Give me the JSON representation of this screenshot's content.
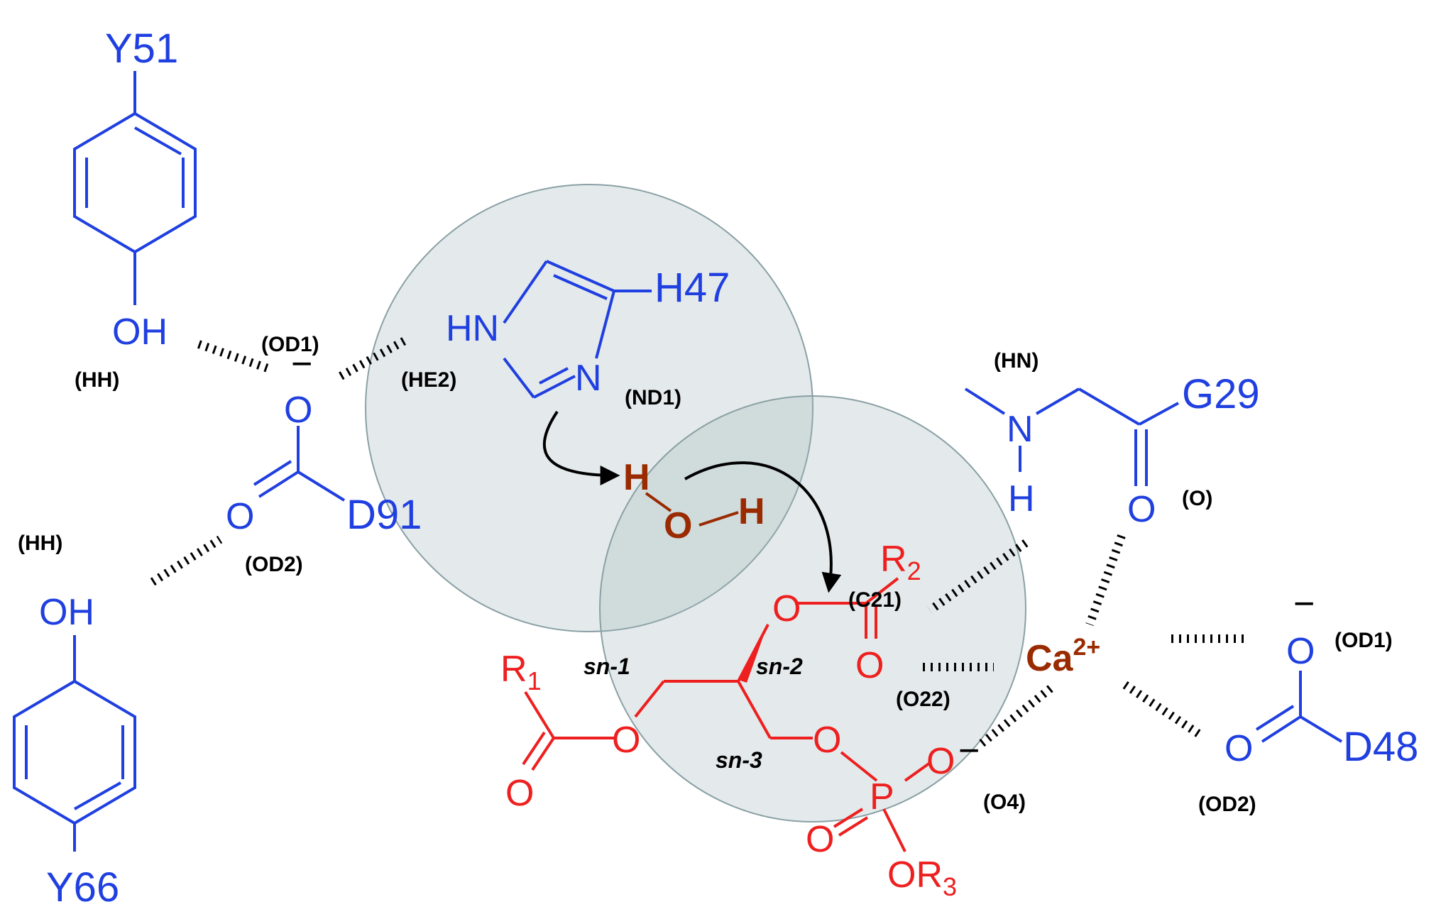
{
  "residues": {
    "y51": "Y51",
    "y66": "Y66",
    "h47": "H47",
    "d91": "D91",
    "g29": "G29",
    "d48": "D48"
  },
  "atoms": {
    "oh": "OH",
    "o": "O",
    "hn": "HN",
    "n": "N",
    "h": "H",
    "minus": "−",
    "p": "P",
    "r_sub_1": "1",
    "r_sub_2": "2",
    "r_sub_3": "3",
    "r": "R",
    "or": "OR",
    "ca": "Ca",
    "ca_charge": "2+"
  },
  "labels": {
    "hh": "(HH)",
    "od1": "(OD1)",
    "od2": "(OD2)",
    "he2": "(HE2)",
    "nd1": "(ND1)",
    "hn_paren": "(HN)",
    "o_paren": "(O)",
    "c21": "(C21)",
    "o22": "(O22)",
    "o4": "(O4)"
  },
  "positions": {
    "sn1": "sn-1",
    "sn2": "sn-2",
    "sn3": "sn-3"
  },
  "colors": {
    "protein": "#1f3fe0",
    "substrate": "#ee1f1f",
    "water_ca": "#9a2a00",
    "circle": "#9fb3b8"
  }
}
